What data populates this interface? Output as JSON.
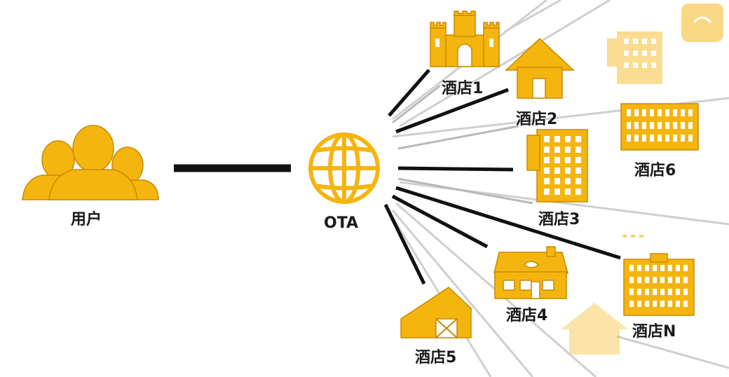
{
  "user": {
    "label": "用户"
  },
  "ota": {
    "label": "OTA"
  },
  "hotels": {
    "h1": {
      "label": "酒店1"
    },
    "h2": {
      "label": "酒店2"
    },
    "h3": {
      "label": "酒店3"
    },
    "h4": {
      "label": "酒店4"
    },
    "h5": {
      "label": "酒店5"
    },
    "h6": {
      "label": "酒店6"
    },
    "hn": {
      "label": "酒店N"
    }
  },
  "colors": {
    "icon_fill": "#F5B50F",
    "icon_stroke": "#C98A00",
    "link_dark": "#111111",
    "link_light": "#C8C8C8"
  }
}
